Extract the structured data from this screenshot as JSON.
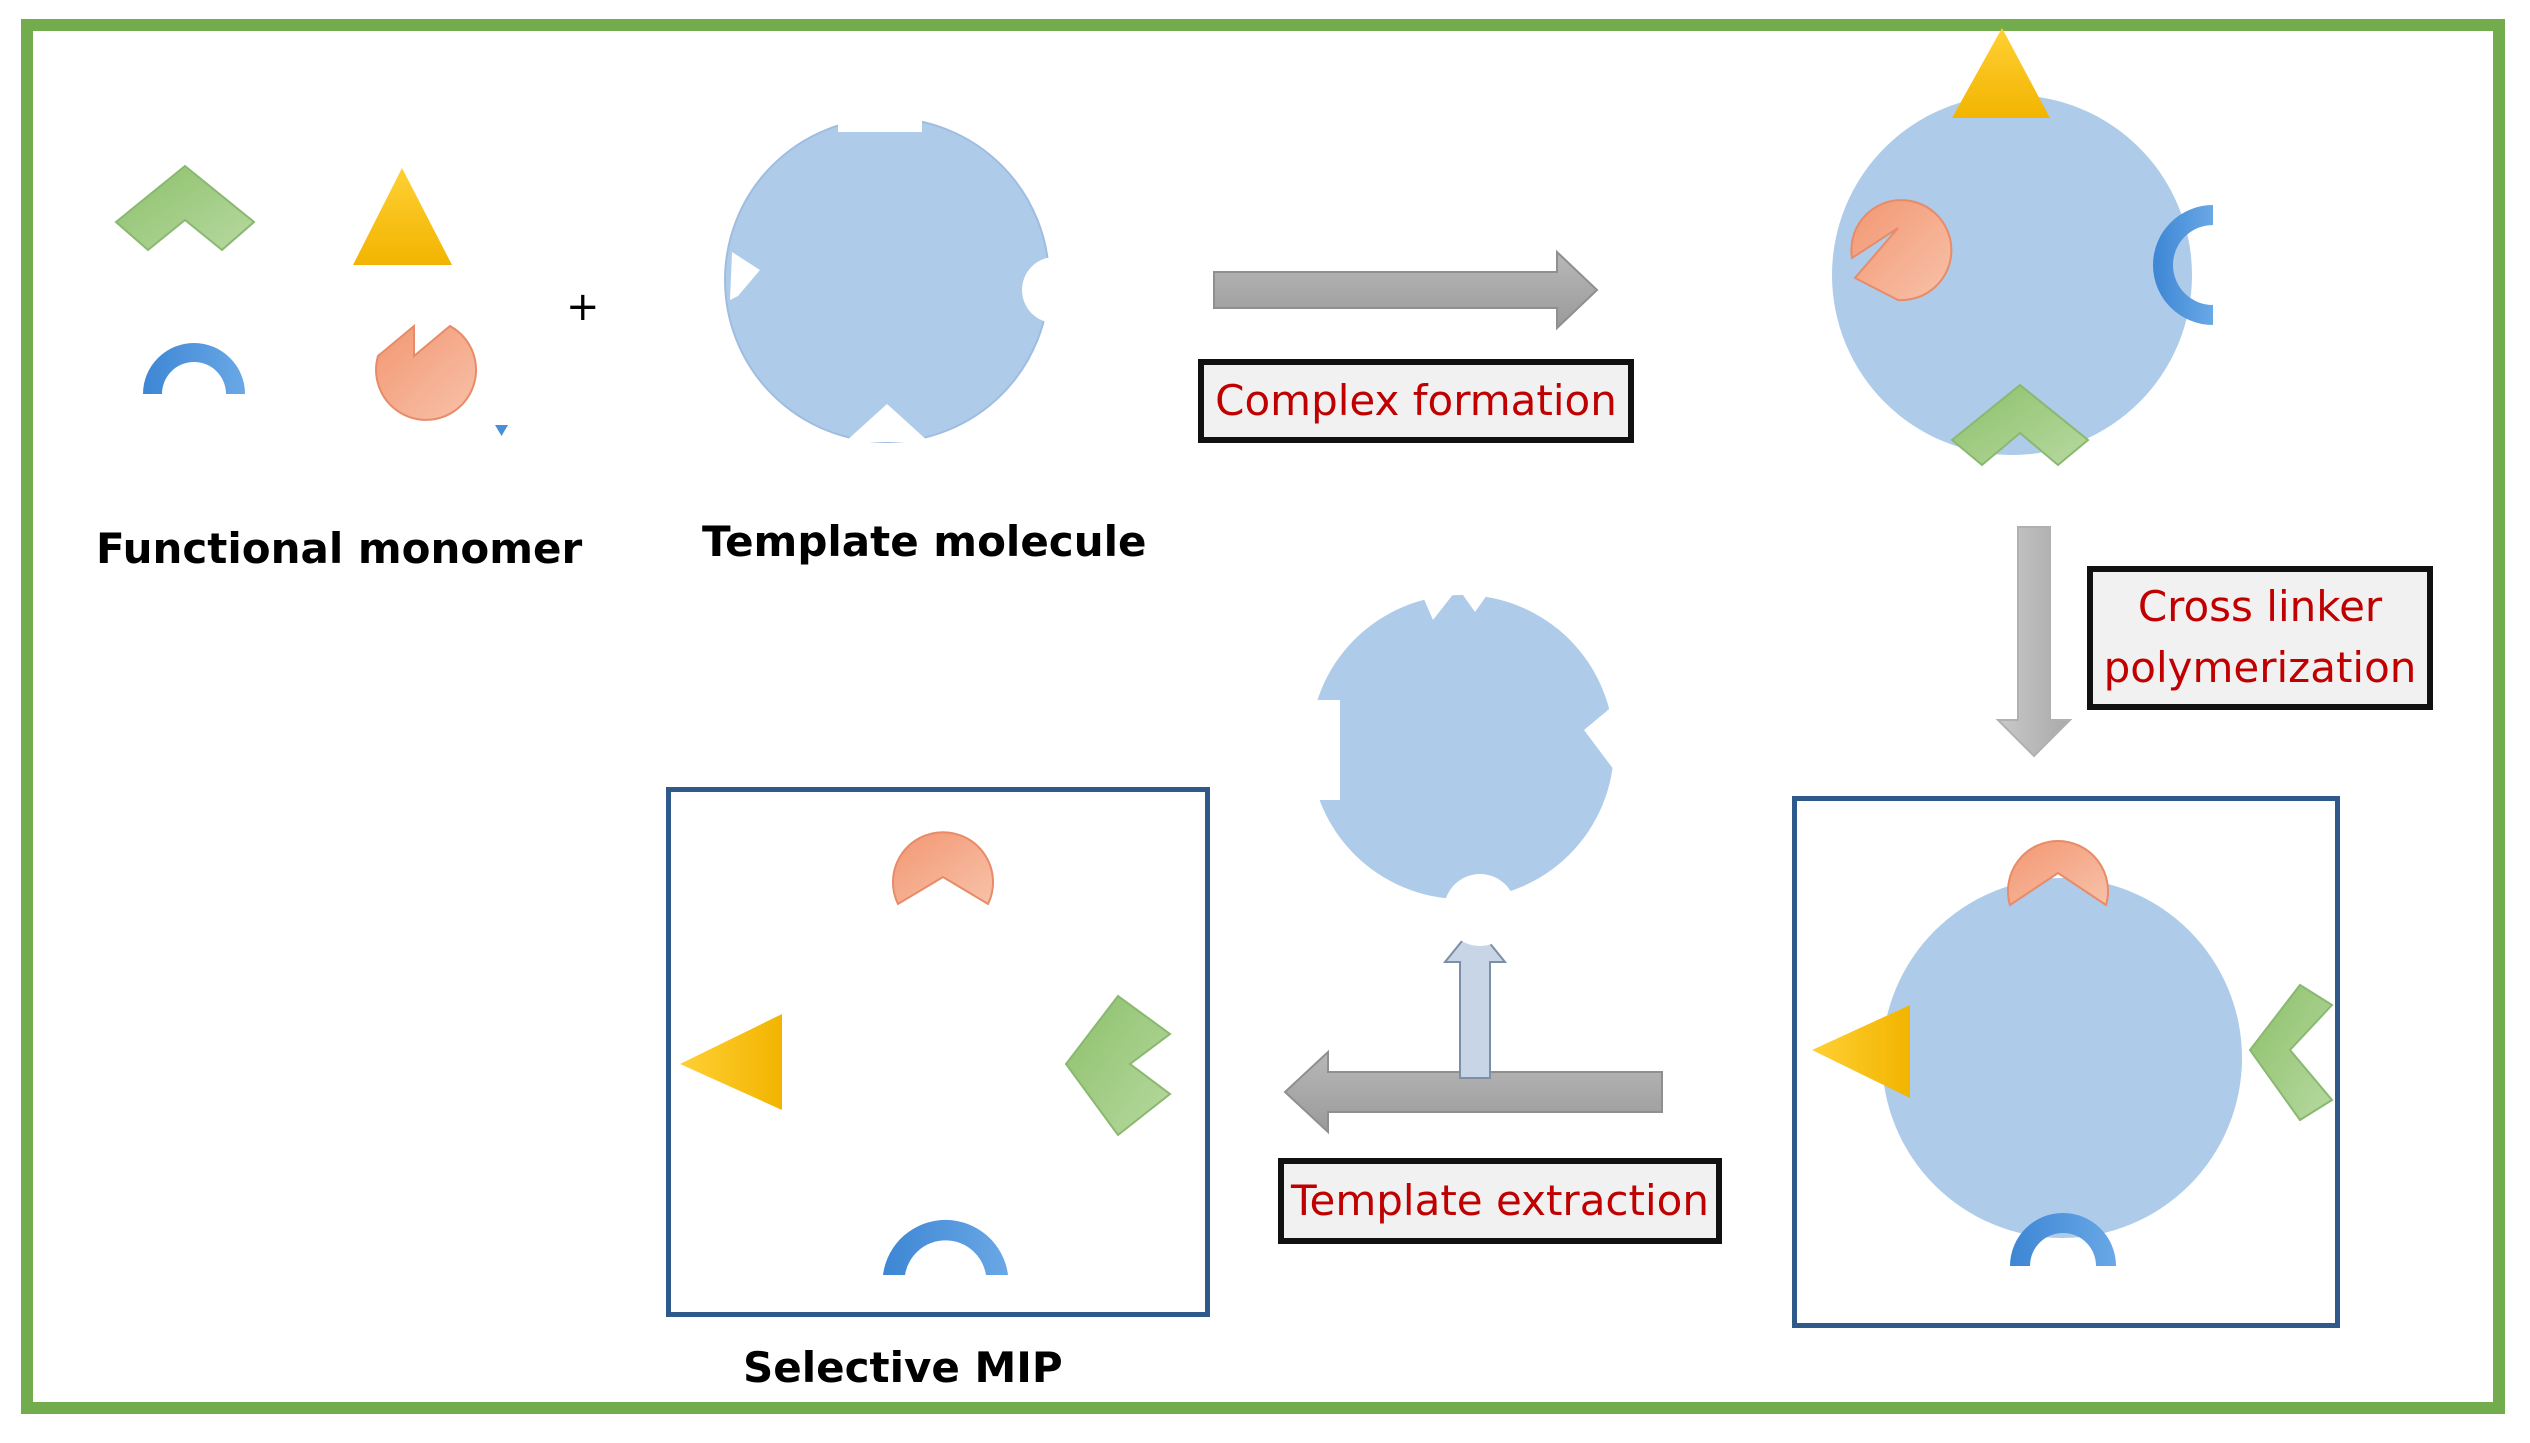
{
  "labels": {
    "functional_monomer": "Functional monomer",
    "template_molecule": "Template molecule",
    "selective_mip": "Selective MIP",
    "plus": "+"
  },
  "steps": {
    "complex_formation": "Complex formation",
    "cross_linker_line1": "Cross linker",
    "cross_linker_line2": "polymerization",
    "template_extraction": "Template extraction"
  },
  "colors": {
    "frame": "#72ac4d",
    "template": "#aecbe9",
    "chevron": "#93c47d",
    "triangle": "#ffc000",
    "arc": "#4a8fd6",
    "pacman": "#f4a98a",
    "arrow": "#a6a6a6",
    "step_text": "#c00000",
    "box_border": "#2d5a8a"
  }
}
